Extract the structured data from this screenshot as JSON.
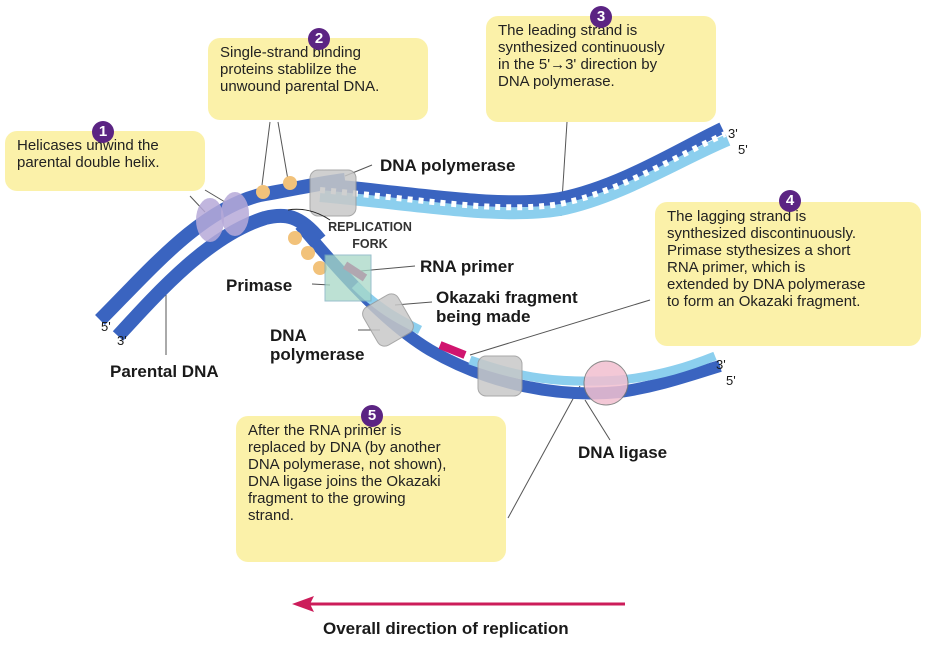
{
  "colors": {
    "parental_strand": "#3a64c0",
    "new_strand": "#8ccfee",
    "rna_primer": "#d0146e",
    "callout_bg": "#fbf1a9",
    "badge": "#5b2483",
    "helicase": "#b6a9d8",
    "ssb": "#f2c27a",
    "polymerase": "#c8c8c8",
    "primase": "#a7d8c6",
    "ligase": "#f1bfd0",
    "direction_arrow": "#cc1c5a"
  },
  "callouts": [
    {
      "number": "1",
      "lines": [
        "Helicases unwind the",
        "parental double helix."
      ]
    },
    {
      "number": "2",
      "lines": [
        "Single-strand binding",
        "proteins stablilze the",
        "unwound parental DNA."
      ]
    },
    {
      "number": "3",
      "lines": [
        "The leading strand is",
        "synthesized continuously",
        "in the 5'→3' direction by",
        "DNA polymerase."
      ]
    },
    {
      "number": "4",
      "lines": [
        "The lagging strand is",
        "synthesized discontinuously.",
        "Primase stythesizes a short",
        "RNA primer, which is",
        "extended by DNA polymerase",
        "to form an Okazaki fragment."
      ]
    },
    {
      "number": "5",
      "lines": [
        "After the RNA primer is",
        "replaced by DNA (by another",
        "DNA polymerase, not shown),",
        "DNA ligase joins the Okazaki",
        "fragment to the growing",
        "strand."
      ]
    }
  ],
  "labels": {
    "dna_polymerase_top": "DNA polymerase",
    "replication_fork": [
      "REPLICATION",
      "FORK"
    ],
    "rna_primer": "RNA primer",
    "primase": "Primase",
    "okazaki": [
      "Okazaki fragment",
      "being made"
    ],
    "dna_polymerase_bottom": [
      "DNA",
      "polymerase"
    ],
    "parental_dna": "Parental DNA",
    "dna_ligase": "DNA ligase",
    "direction": "Overall direction of replication"
  },
  "strand_ends": {
    "left_top": "5'",
    "left_bottom": "3'",
    "leading_top": "3'",
    "leading_bottom": "5'",
    "lagging_top": "3'",
    "lagging_bottom": "5'"
  }
}
